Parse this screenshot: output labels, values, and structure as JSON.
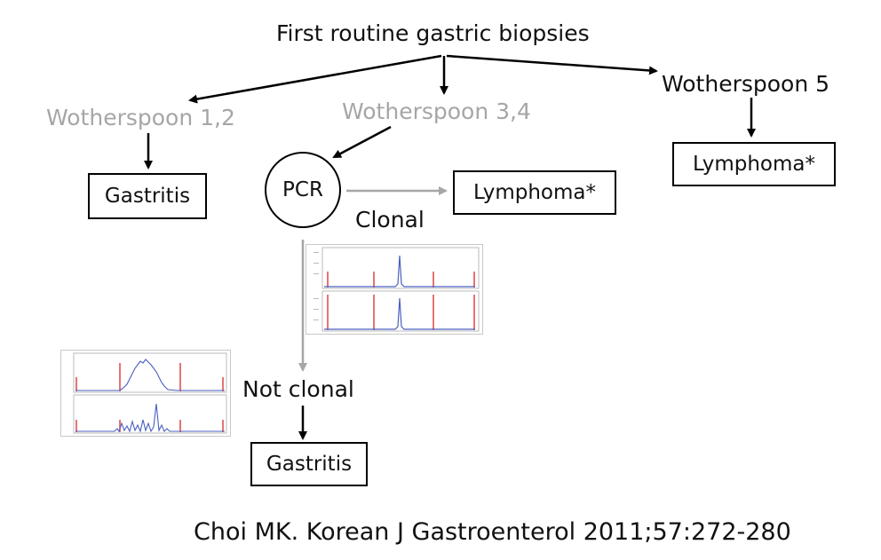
{
  "root": "First routine gastric biopsies",
  "branches": {
    "w12": "Wotherspoon 1,2",
    "w34": "Wotherspoon 3,4",
    "w5": "Wotherspoon 5"
  },
  "nodes": {
    "gastritis_left": "Gastritis",
    "pcr": "PCR",
    "lymphoma_mid": "Lymphoma*",
    "lymphoma_right": "Lymphoma*",
    "gastritis_bottom": "Gastritis"
  },
  "edge_labels": {
    "clonal": "Clonal",
    "not_clonal": "Not clonal"
  },
  "colors": {
    "arrow_black": "#000000",
    "arrow_grey": "#a6a6a6",
    "trace_red": "#e05050",
    "trace_blue": "#4a5fc0"
  },
  "citation": "Choi MK. Korean J Gastroenterol 2011;57:272-280"
}
